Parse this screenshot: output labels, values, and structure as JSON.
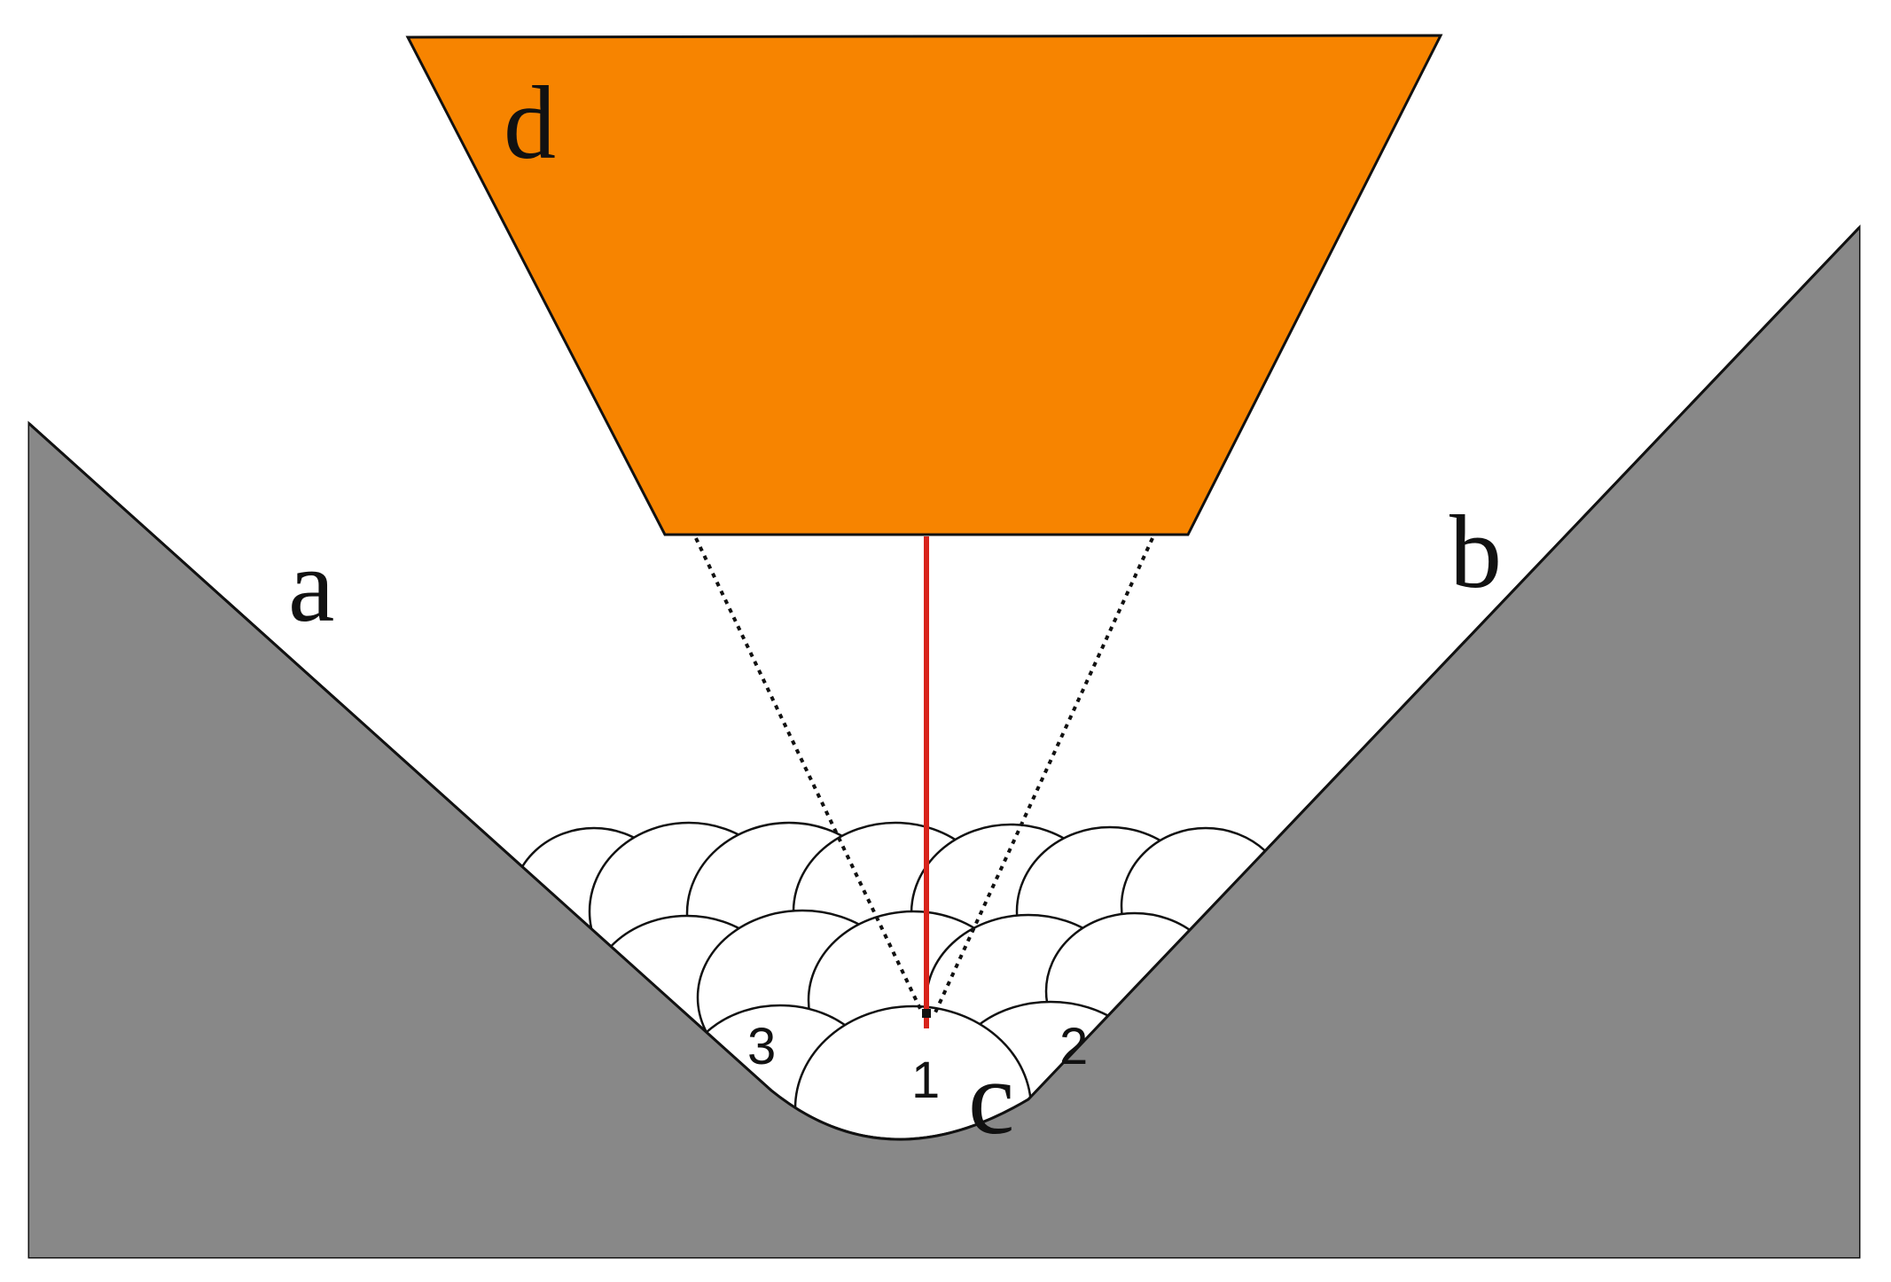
{
  "labels": {
    "a": "a",
    "b": "b",
    "c": "c",
    "d": "d",
    "n1": "1",
    "n2": "2",
    "n3": "3"
  },
  "colors": {
    "wall": "#888888",
    "nozzle": "#f78400",
    "beam": "#d8231b",
    "outline": "#111111",
    "particle": "#ffffff"
  }
}
